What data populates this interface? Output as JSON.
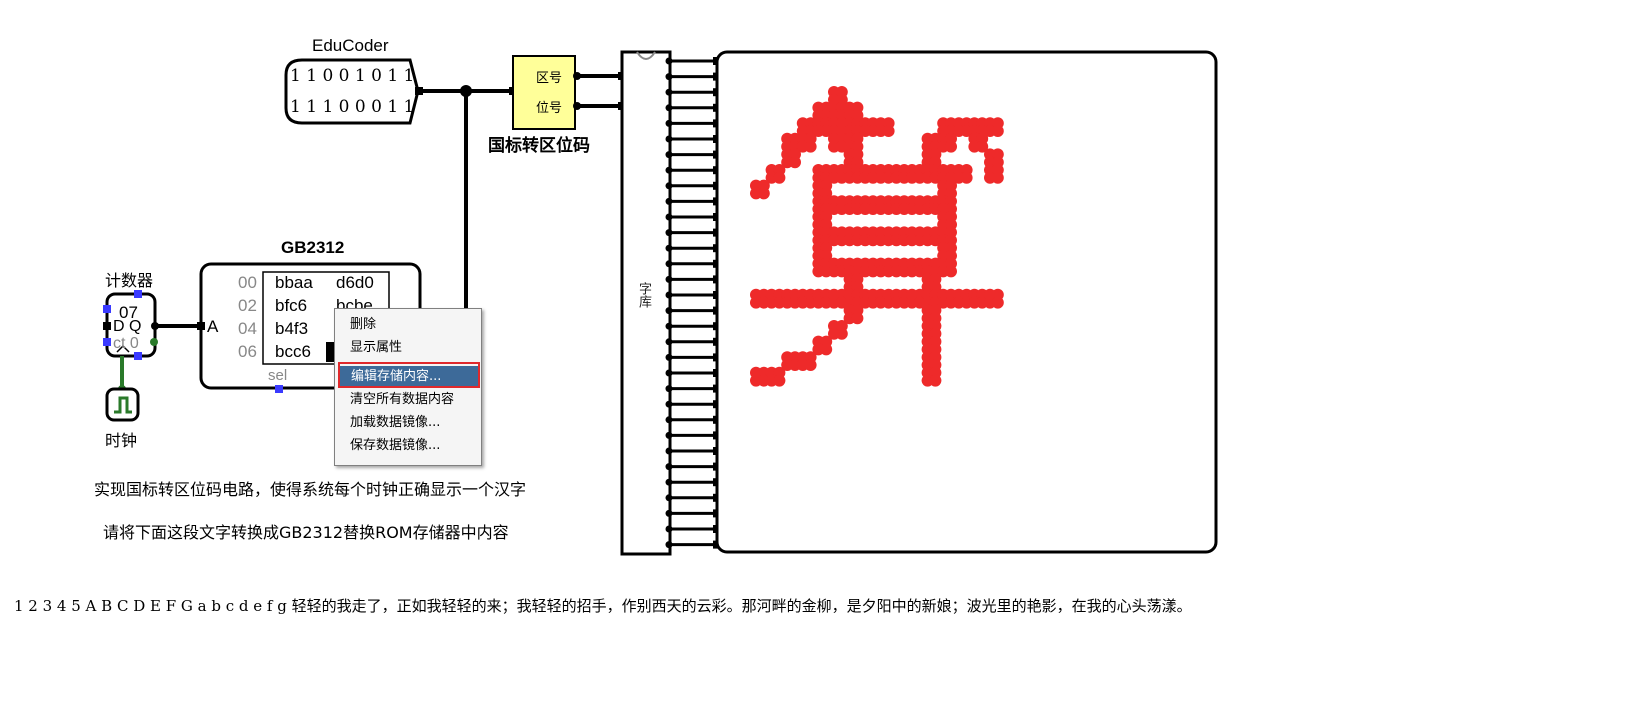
{
  "edu_component": {
    "title": "EduCoder",
    "row1": "1 1 0 0 1 0 1 1",
    "row2": "1 1 1 0 0 0 1 1"
  },
  "converter": {
    "label": "国标转区位码",
    "port_zone": "区号",
    "port_pos": "位号"
  },
  "font_lib": {
    "label": "字库"
  },
  "rom": {
    "title": "GB2312",
    "port_a": "A",
    "sel_label": "sel",
    "rows": [
      {
        "addr": "00",
        "c1": "bbaa",
        "c2": "d6d0"
      },
      {
        "addr": "02",
        "c1": "bfc6",
        "c2": "bcbe"
      },
      {
        "addr": "04",
        "c1": "b4f3",
        "c2": ""
      },
      {
        "addr": "06",
        "c1": "bcc6",
        "c2": ""
      }
    ]
  },
  "counter": {
    "label": "计数器",
    "value": "07",
    "dq": "D Q",
    "ct": "ct 0"
  },
  "clock": {
    "label": "时钟"
  },
  "context_menu": {
    "items": [
      "删除",
      "显示属性",
      "编辑存储内容...",
      "清空所有数据内容",
      "加载数据镜像...",
      "保存数据镜像..."
    ],
    "highlighted_index": 2
  },
  "notes": {
    "line1": "实现国标转区位码电路，使得系统每个时钟正确显示一个汉字",
    "line2": "请将下面这段文字转换成GB2312替换ROM存储器中内容"
  },
  "bottom_text": "1 2 3 4 5 A B C D E F G a b c d e f g 轻轻的我走了，正如我轻轻的来；我轻轻的招手，作别西天的云彩。那河畔的金柳，是夕阳中的新娘；波光里的艳影，在我的心头荡漾。",
  "display": {
    "dot_color": "#ee2a2a",
    "glyph": [
      "0000010000000000",
      "0000111000000000",
      "0001111110001111",
      "0011011000011010",
      "0010001000010001",
      "0100111111111101",
      "1000100000001000",
      "0000111111111000",
      "0000100000001000",
      "0000111111111000",
      "0000100000001000",
      "0000111111111000",
      "0000001000010000",
      "1111111111111111",
      "0000001000010000",
      "0000010000010000",
      "0000100000010000",
      "0011000000010000",
      "1100000000010000"
    ]
  },
  "colors": {
    "converter_fill": "#ffff99",
    "wire": "#000000",
    "clock_wire": "#2a7a2a",
    "port_blue": "#3a3aff",
    "highlight_border": "#e0292c",
    "menu_highlight": "#3d6a99"
  }
}
